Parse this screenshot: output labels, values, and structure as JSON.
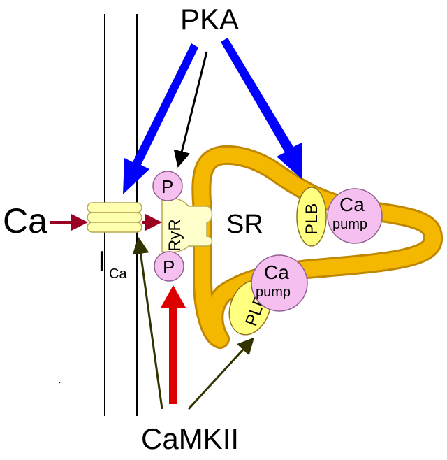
{
  "labels": {
    "pka": "PKA",
    "camkii": "CaMKII",
    "ca_ext": "Ca",
    "ica_main": "I",
    "ica_sub": "Ca",
    "sr": "SR",
    "ryr": "RyR",
    "p_top": "P",
    "p_bottom": "P",
    "plb_upper": "PLB",
    "plb_lower": "PLB",
    "pump_upper_ca": "Ca",
    "pump_upper_word": "pump",
    "pump_lower_ca": "Ca",
    "pump_lower_word": "pump"
  },
  "colors": {
    "pka_arrow": "#0000ff",
    "camkii_strong_arrow": "#dd0000",
    "camkii_thin_arrow": "#333300",
    "ca_arrow": "#990022",
    "sr_membrane": "#f5b800",
    "sr_outline": "#c08800",
    "channel_fill": "#ffffb0",
    "ryr_fill": "#ffffcc",
    "phospho_fill": "#f5c0f0",
    "plb_fill": "#ffff80",
    "pump_fill": "#f5c0f0"
  }
}
